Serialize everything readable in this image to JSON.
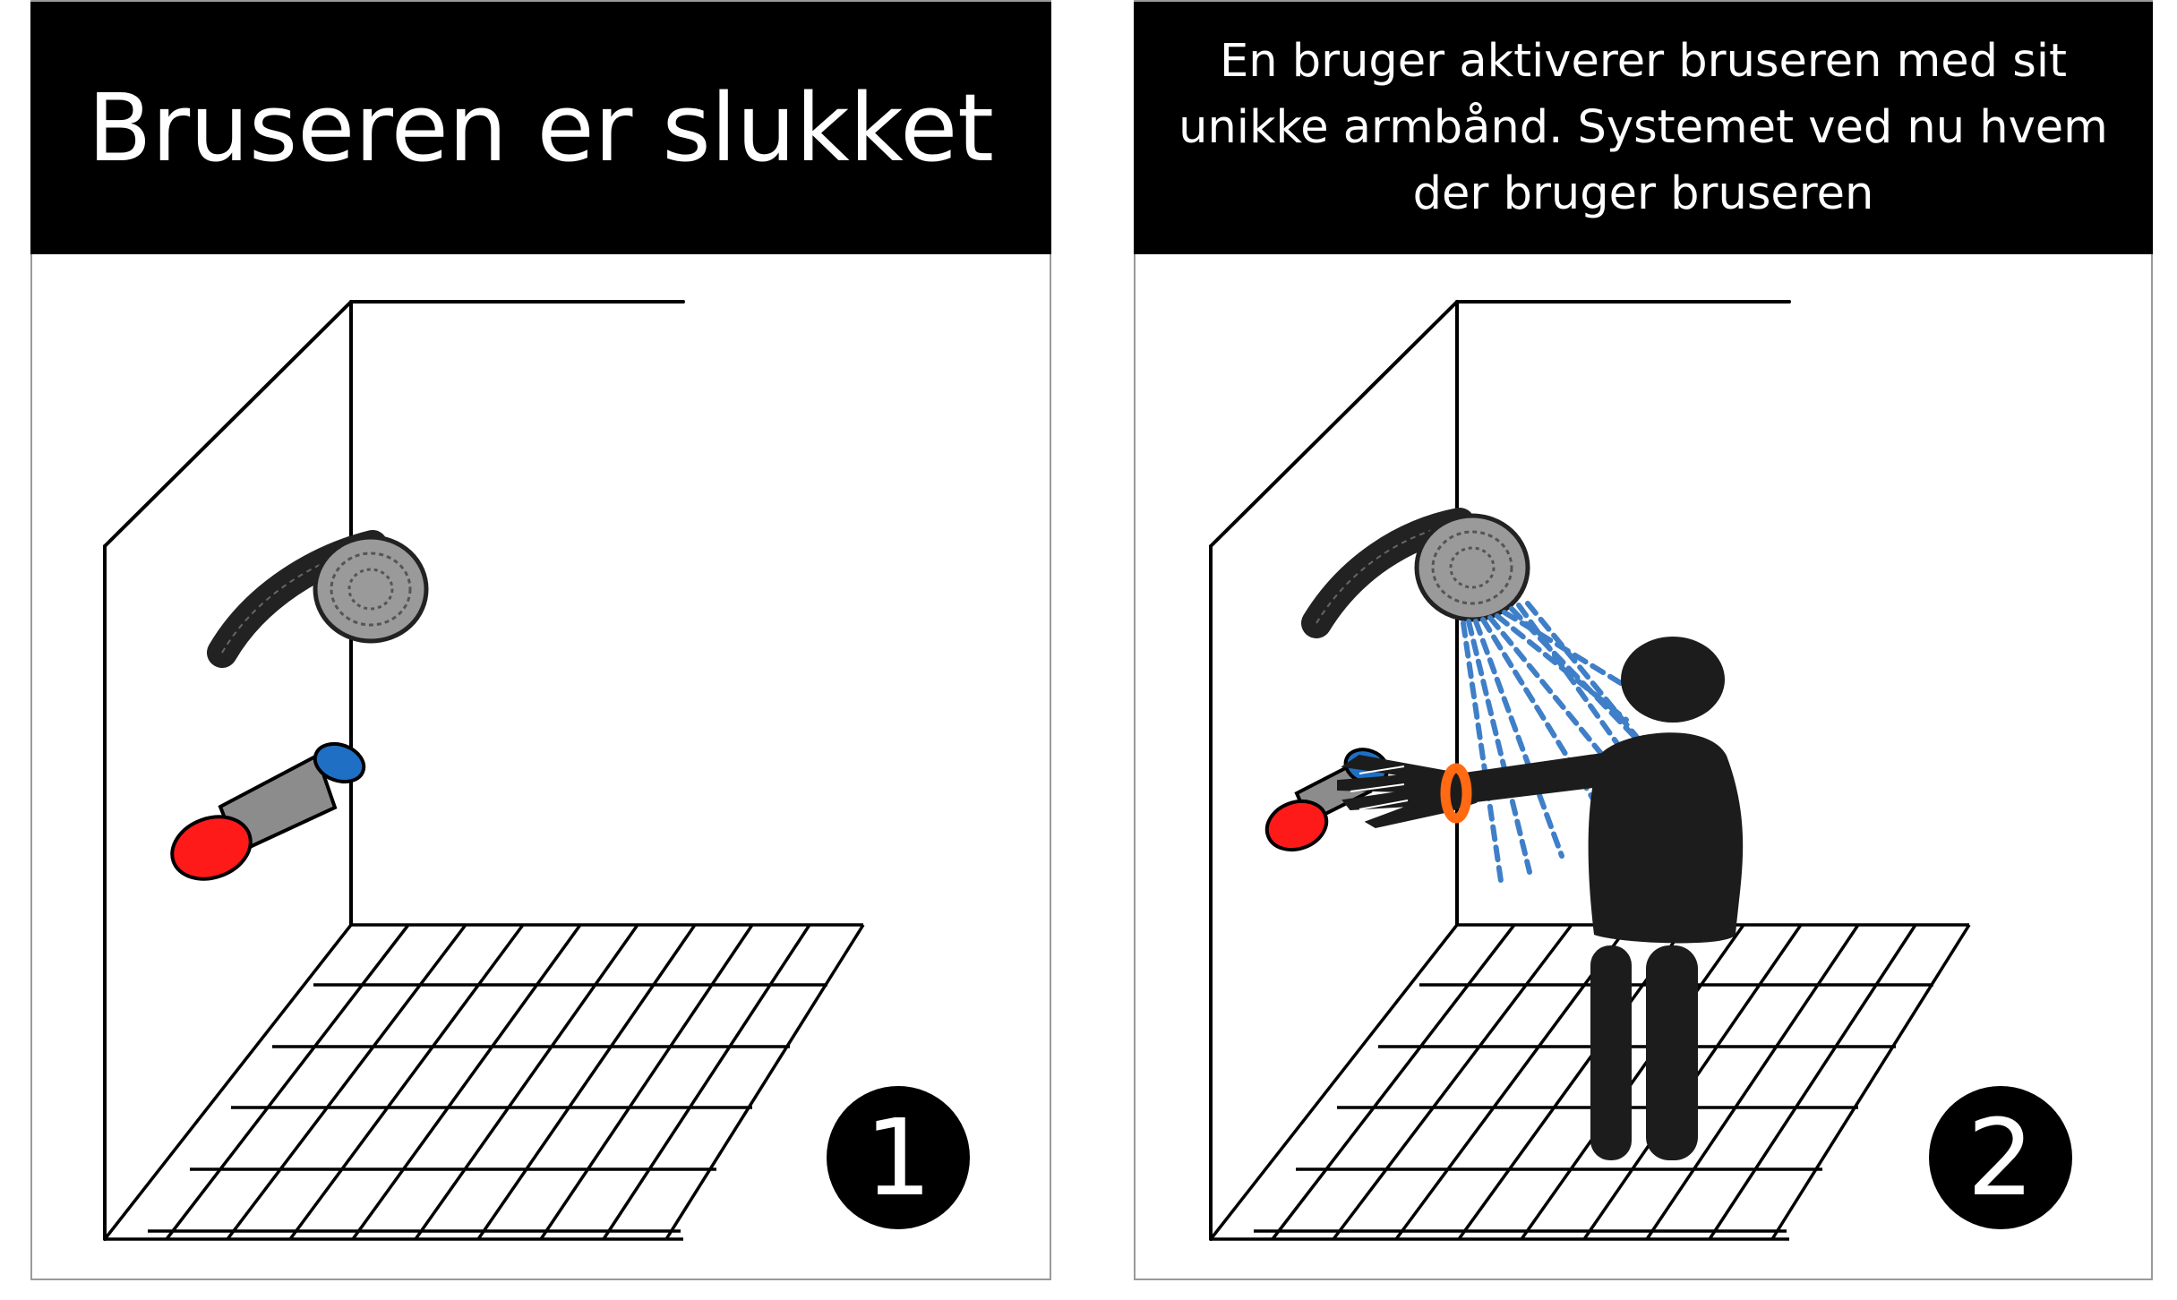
{
  "panels": [
    {
      "title": "Bruseren er slukket",
      "step": "1"
    },
    {
      "title": "En bruger aktiverer bruseren med sit unikke armbånd. Systemet ved nu hvem der bruger bruseren",
      "step": "2"
    }
  ],
  "colors": {
    "header_bg": "#000000",
    "header_text": "#ffffff",
    "hot_valve": "#ff1a1a",
    "cold_valve": "#1f6fc4",
    "valve_body": "#8c8c8c",
    "shower_head": "#9a9a9a",
    "water_spray": "#3f7fc8",
    "wristband": "#ff6a13",
    "person": "#1c1c1c"
  },
  "icons": [
    "shower-head-icon",
    "valve-icon",
    "person-icon",
    "water-spray-icon",
    "wristband-icon"
  ]
}
